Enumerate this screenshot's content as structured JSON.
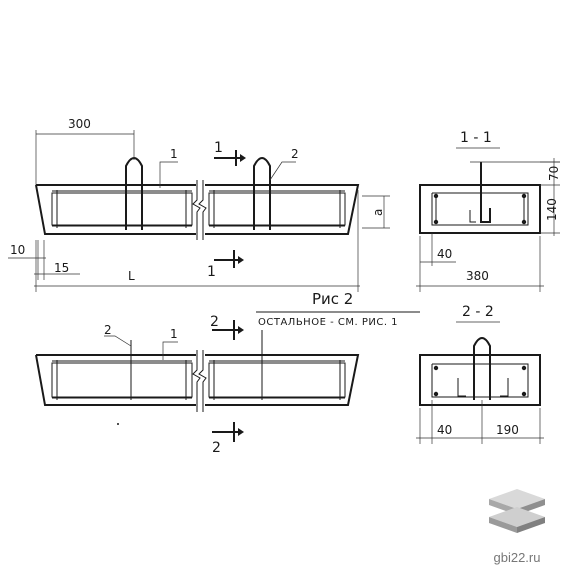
{
  "labels": {
    "dim_300": "300",
    "mark_1": "1",
    "mark_2": "2",
    "sec_1_top": "1",
    "sec_1_bottom": "1",
    "dim_a": "a",
    "dim_10": "10",
    "dim_15": "15",
    "dim_L": "L",
    "sec_1_1_title": "1 - 1",
    "dim_70": "70",
    "dim_140": "140",
    "dim_40_top": "40",
    "dim_380": "380",
    "caption": "Рис 2",
    "caption_note": "ОСТАЛЬНОЕ - СМ. РИС. 1",
    "sec_2_top": "2",
    "sec_2_bottom": "2",
    "mark_2_lower": "2",
    "mark_1_lower": "1",
    "sec_2_2_title": "2 - 2",
    "dim_40_bottom": "40",
    "dim_190": "190"
  },
  "watermark": {
    "site": "gbi22.ru",
    "icon": "stacked-slabs-icon"
  }
}
